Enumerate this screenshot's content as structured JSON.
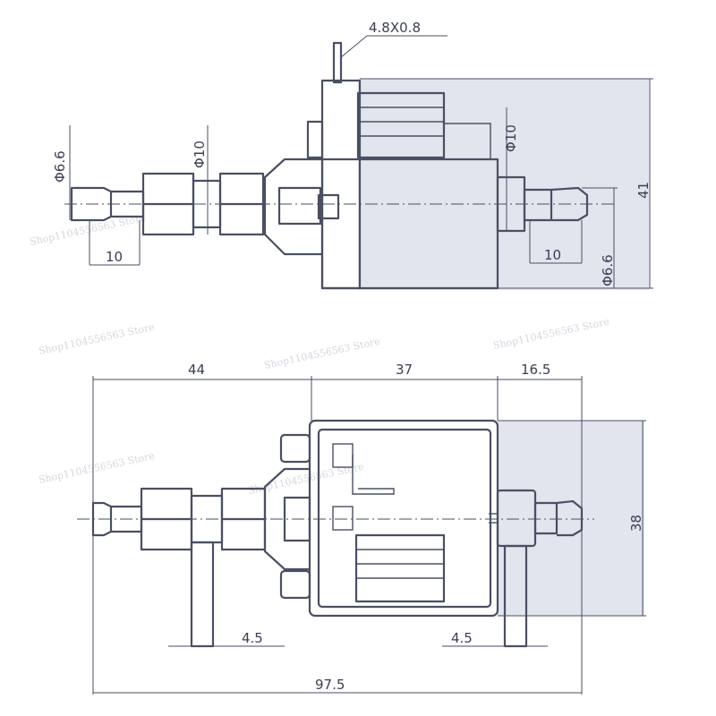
{
  "dimensions": {
    "pin": "4.8X0.8",
    "top_phi_left": "Φ6.6",
    "top_phi_mid": "Φ10",
    "top_phi_right": "Φ10",
    "top_phi_right2": "Φ6.6",
    "top_len_left": "10",
    "top_len_right": "10",
    "top_height": "41",
    "bottom_44": "44",
    "bottom_37": "37",
    "bottom_165": "16.5",
    "bottom_height": "38",
    "bottom_45_left": "4.5",
    "bottom_45_right": "4.5",
    "total_length": "97.5"
  },
  "watermark": "Shop1104556563 Store"
}
